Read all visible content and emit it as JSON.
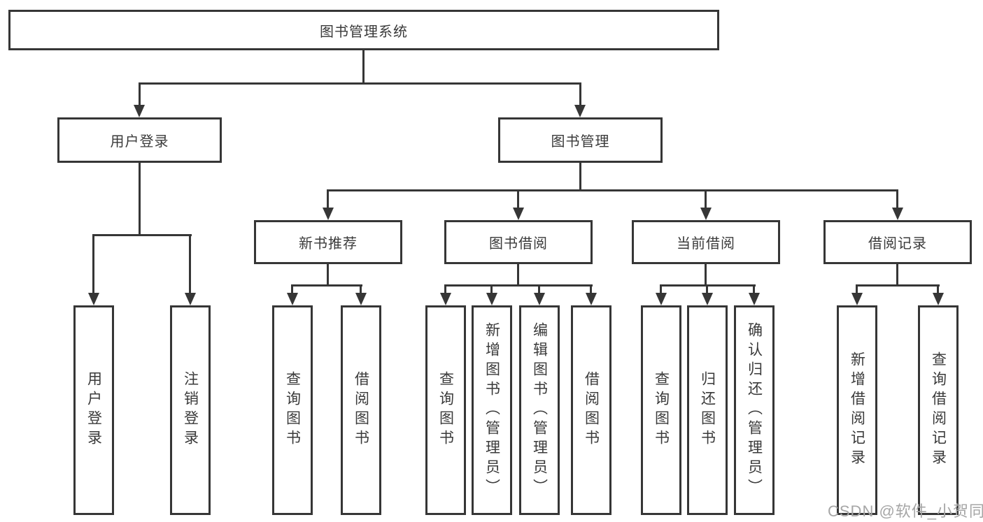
{
  "diagram": {
    "title": "图书管理系统",
    "watermark": "CSDN @软件_小贺同学",
    "colors": {
      "line": "#363636",
      "box_border": "#363636",
      "text": "#3a3a3a",
      "watermark": "#a6a6a6",
      "background": "#ffffff"
    },
    "nodes": {
      "root": {
        "label": "图书管理系统"
      },
      "userLogin": {
        "label": "用户登录"
      },
      "bookMgmt": {
        "label": "图书管理"
      },
      "newBookRec": {
        "label": "新书推荐"
      },
      "bookBorrow": {
        "label": "图书借阅"
      },
      "currentBorrow": {
        "label": "当前借阅"
      },
      "borrowRecord": {
        "label": "借阅记录"
      },
      "vUserLogin": {
        "label": "用户登录"
      },
      "vLogout": {
        "label": "注销登录"
      },
      "vQueryBook1": {
        "label": "查询图书"
      },
      "vBorrowBook1": {
        "label": "借阅图书"
      },
      "vQueryBook2": {
        "label": "查询图书"
      },
      "vAddBook": {
        "label": "新增图书（管理员）"
      },
      "vEditBook": {
        "label": "编辑图书（管理员）"
      },
      "vBorrowBook2": {
        "label": "借阅图书"
      },
      "vQueryBook3": {
        "label": "查询图书"
      },
      "vReturnBook": {
        "label": "归还图书"
      },
      "vConfirmReturn": {
        "label": "确认归还（管理员）"
      },
      "vAddRecord": {
        "label": "新增借阅记录"
      },
      "vQueryRecord": {
        "label": "查询借阅记录"
      }
    }
  }
}
